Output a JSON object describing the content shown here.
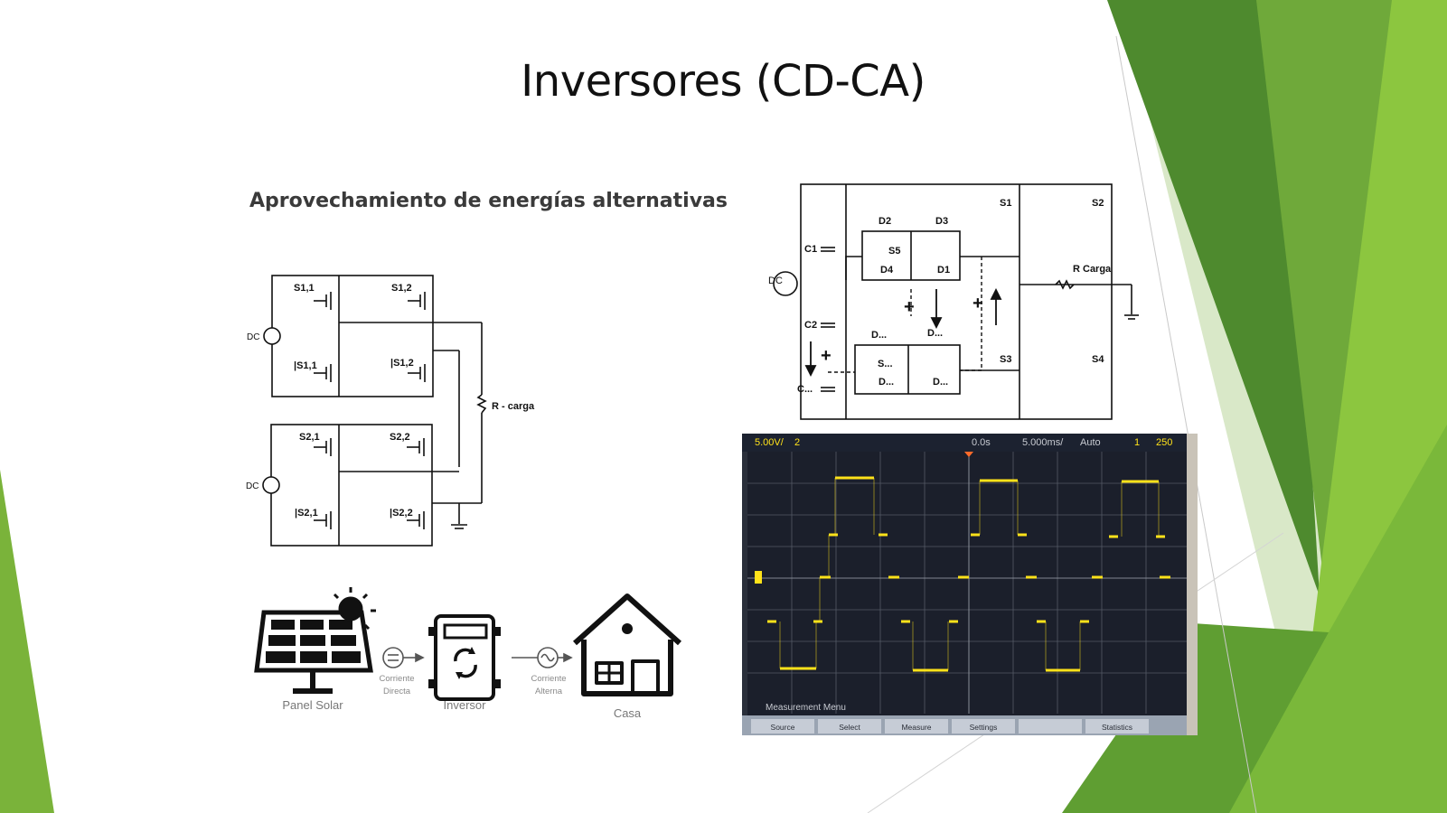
{
  "slide": {
    "title": "Inversores (CD-CA)",
    "subtitle": "Aprovechamiento de energías alternativas"
  },
  "circuit_left": {
    "top_switches": [
      "S1,1",
      "S1,2",
      "|S1,1",
      "|S1,2"
    ],
    "bottom_switches": [
      "S2,1",
      "S2,2",
      "|S2,1",
      "|S2,2"
    ],
    "source_top": "DC",
    "source_bottom": "DC",
    "load": "R - carga"
  },
  "circuit_right": {
    "source": "DC",
    "capacitors": [
      "C1",
      "C2",
      "C..."
    ],
    "diodes_top": [
      "D2",
      "D3",
      "D4",
      "D1"
    ],
    "switch_mid": "S5",
    "diodes_bottom": [
      "D...",
      "D...",
      "D...",
      "D..."
    ],
    "switch_bottom": "S...",
    "switches": [
      "S1",
      "S2",
      "S3",
      "S4"
    ],
    "load": "R Carga",
    "plus_signs": [
      "+",
      "+",
      "+"
    ]
  },
  "solar_flow": {
    "panel": "Panel Solar",
    "dc": [
      "Corriente",
      "Directa"
    ],
    "inverter": "Inversor",
    "ac": [
      "Corriente",
      "Alterna"
    ],
    "house": "Casa"
  },
  "oscilloscope": {
    "ch_scale": "5.00V/",
    "ch_num": "2",
    "time_offset": "0.0s",
    "time_scale": "5.000ms/",
    "trigger_mode": "Auto",
    "trigger_ch": "1",
    "trigger_level": "250",
    "menu_title": "Measurement Menu",
    "softkeys": [
      "Source",
      "Select",
      "Measure",
      "Settings",
      "",
      "Statistics"
    ]
  },
  "colors": {
    "green_dark": "#4e8a2e",
    "green_mid": "#6aa636",
    "green_light": "#8cc63f",
    "trace": "#ffe21a",
    "scope_bg": "#1b1f2b"
  }
}
